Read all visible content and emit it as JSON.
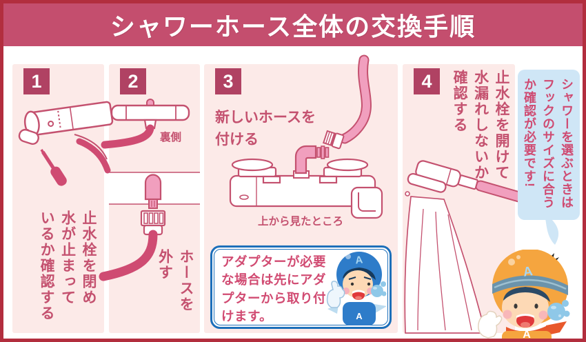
{
  "colors": {
    "frame_border": "#b22e3e",
    "header_bg": "#c44e6e",
    "panel_bg": "#fceae8",
    "step_number_bg": "#b04263",
    "text_pink": "#c4516f",
    "hose_deep_pink": "#cf4b72",
    "hose_light_pink": "#f19fbe",
    "bubble_bg": "#cfe6f6",
    "note_border_blue": "#1c6fba",
    "note_text_pink": "#d14b72"
  },
  "header": {
    "title": "シャワーホース全体の交換手順"
  },
  "steps": [
    {
      "number": "1",
      "caption": "止水栓を閉め\n水が止まって\nいるか確認する"
    },
    {
      "number": "2",
      "back_label": "裏側",
      "caption": "ホースを\n外す"
    },
    {
      "number": "3",
      "heading": "新しいホースを\n付ける",
      "view_label": "上から見たところ",
      "note": "アダプターが必要\nな場合は先にアダ\nプターから取り付\nけます。"
    },
    {
      "number": "4",
      "caption": "止水栓を開けて\n水漏れしないか\n確認する"
    }
  ],
  "hint_bubble": {
    "text": "シャワーを選ぶときは\nフックのサイズに合う\nか確認が必要です!"
  },
  "mascots": {
    "adapter": {
      "hood_letter": "A",
      "chest_letter": "A"
    },
    "kid": {
      "hood_letter": "A",
      "chest_letter": "A"
    }
  }
}
